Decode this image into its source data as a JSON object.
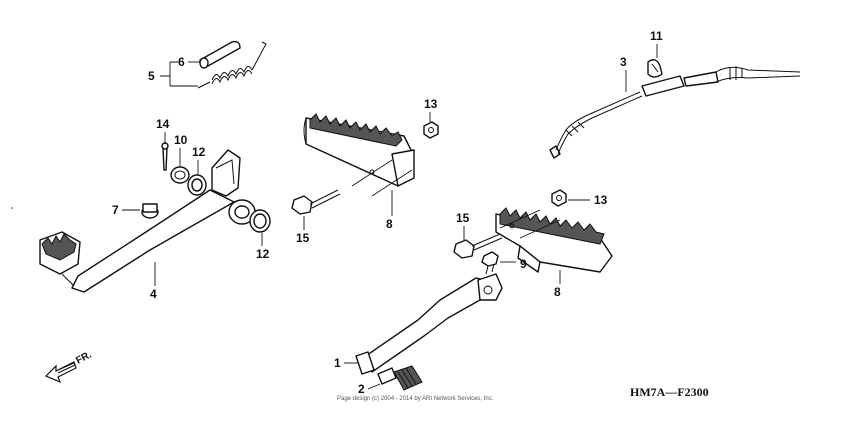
{
  "diagram": {
    "code": "HM7A—F2300",
    "copyright": "Page design (c) 2004 - 2014 by ARI Network Services, Inc.",
    "direction_label": "FR.",
    "callouts": {
      "c1": "1",
      "c2": "2",
      "c3": "3",
      "c4": "4",
      "c5": "5",
      "c6": "6",
      "c7": "7",
      "c8a": "8",
      "c8b": "8",
      "c9": "9",
      "c10": "10",
      "c11": "11",
      "c12a": "12",
      "c12b": "12",
      "c13a": "13",
      "c13b": "13",
      "c14": "14",
      "c15a": "15",
      "c15b": "15"
    }
  }
}
